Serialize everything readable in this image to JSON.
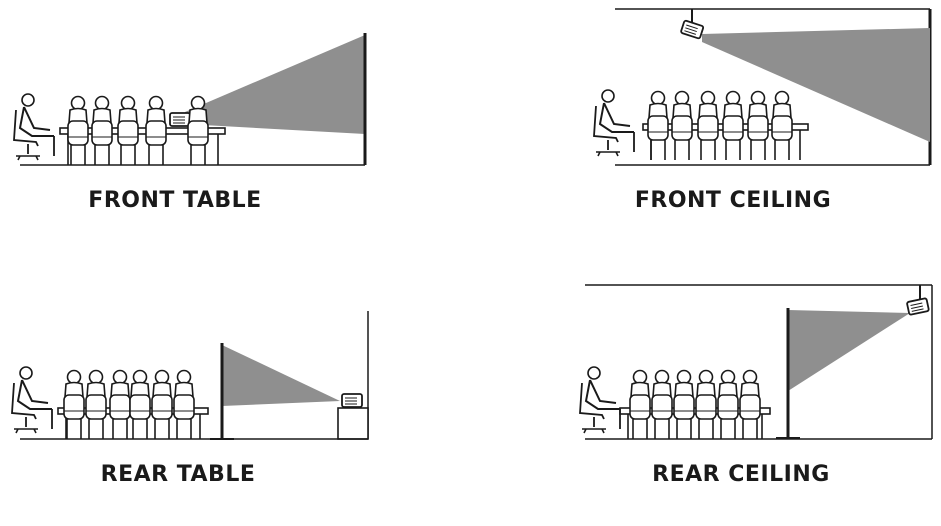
{
  "panels": {
    "front_table": {
      "label": "FRONT TABLE"
    },
    "front_ceiling": {
      "label": "FRONT CEILING"
    },
    "rear_table": {
      "label": "REAR TABLE"
    },
    "rear_ceiling": {
      "label": "REAR CEILING"
    }
  },
  "colors": {
    "beam": "#8f8f8f",
    "ink": "#1a1a1a",
    "paper": "#ffffff"
  },
  "icons": [
    "person-icon",
    "chair-icon",
    "table-icon",
    "projector-icon",
    "screen-icon"
  ]
}
